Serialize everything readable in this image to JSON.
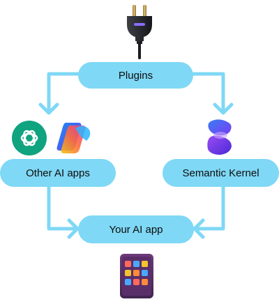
{
  "nodes": {
    "plugins": "Plugins",
    "other_ai_apps": "Other AI apps",
    "semantic_kernel": "Semantic Kernel",
    "your_ai_app": "Your AI app"
  },
  "icons": {
    "top": "power-plug-icon",
    "left_1": "chatgpt-logo-icon",
    "left_2": "copilot-logo-icon",
    "right": "semantic-kernel-logo-icon",
    "bottom": "tablet-app-grid-icon"
  },
  "colors": {
    "node_fill": "#7fd8f5",
    "connector": "#7fd8f5",
    "text": "#0d0d0d"
  }
}
